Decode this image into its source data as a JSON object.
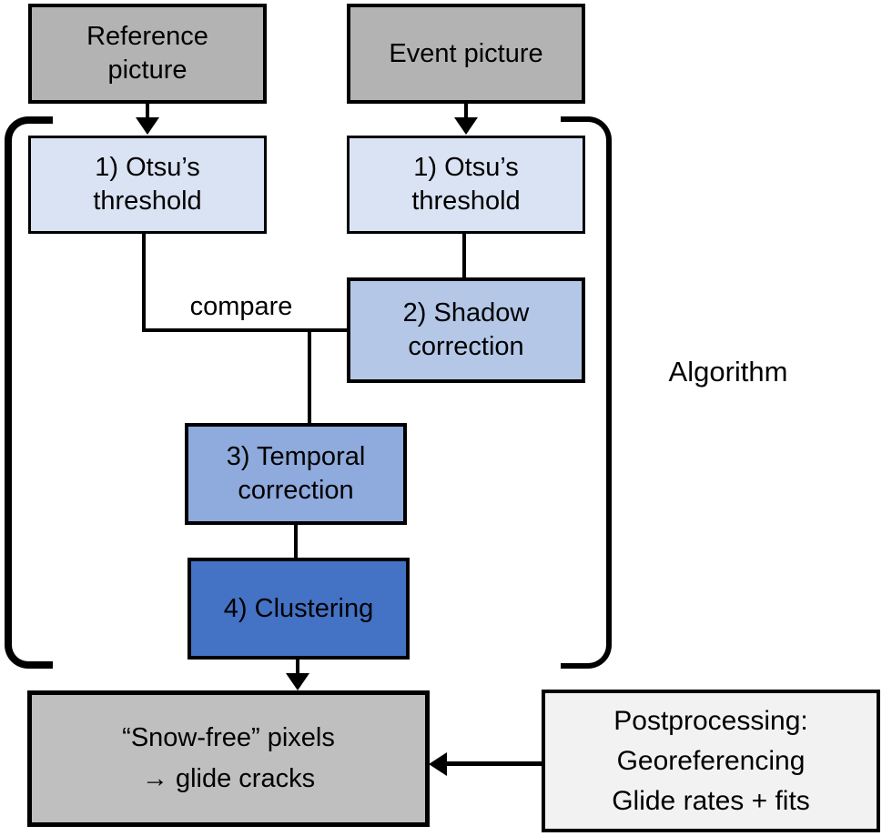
{
  "diagram": {
    "nodes": {
      "reference_picture": {
        "label": "Reference\npicture"
      },
      "event_picture": {
        "label": "Event picture"
      },
      "otsu_left": {
        "label": "1) Otsu’s\nthreshold"
      },
      "otsu_right": {
        "label": "1) Otsu’s\nthreshold"
      },
      "shadow_correction": {
        "label": "2) Shadow\ncorrection"
      },
      "temporal_correction": {
        "label": "3) Temporal\ncorrection"
      },
      "clustering": {
        "label": "4) Clustering"
      },
      "snow_free_result": {
        "label": "“Snow-free” pixels\n→ glide cracks"
      },
      "postprocessing": {
        "label": "Postprocessing:\nGeoreferencing\nGlide rates + fits"
      }
    },
    "labels": {
      "compare": "compare",
      "algorithm": "Algorithm"
    },
    "colors": {
      "input_gray": "#b3b3b3",
      "otsu_light_blue": "#dae3f3",
      "shadow_blue": "#b4c7e7",
      "temporal_blue": "#8faadc",
      "clustering_blue": "#4472c4",
      "result_gray": "#bfbfbf",
      "postprocessing_gray": "#f2f2f2",
      "line_color": "#000000"
    }
  }
}
